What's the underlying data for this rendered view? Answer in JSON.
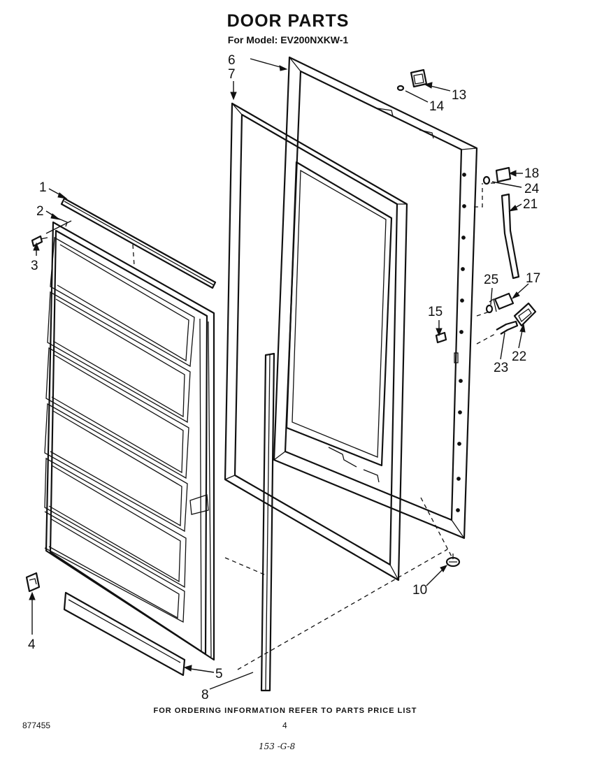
{
  "header": {
    "title": "DOOR PARTS",
    "subtitle": "For Model: EV200NXKW-1"
  },
  "callouts": [
    "1",
    "2",
    "3",
    "4",
    "5",
    "6",
    "7",
    "8",
    "10",
    "13",
    "14",
    "15",
    "17",
    "18",
    "21",
    "22",
    "23",
    "24",
    "25"
  ],
  "footer": {
    "note": "FOR ORDERING INFORMATION REFER TO PARTS PRICE LIST",
    "doc_number": "877455",
    "page_number": "4",
    "handwritten": "153 -G-8"
  }
}
